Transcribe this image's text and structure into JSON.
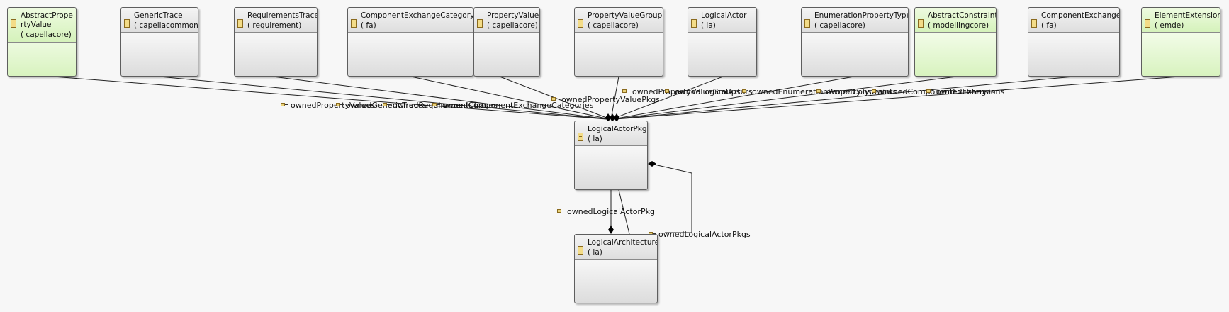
{
  "diagram": {
    "classes": [
      {
        "id": "abstract-property-value",
        "name": "AbstractPropertyValue",
        "package": "( capellacore)",
        "style": "green",
        "wrap": true
      },
      {
        "id": "generic-trace",
        "name": "GenericTrace",
        "package": "( capellacommon)",
        "style": "gray"
      },
      {
        "id": "requirements-trace",
        "name": "RequirementsTrace",
        "package": "( requirement)",
        "style": "gray"
      },
      {
        "id": "component-exchange-category",
        "name": "ComponentExchangeCategory",
        "package": "( fa)",
        "style": "gray"
      },
      {
        "id": "property-value-pkg",
        "name": "PropertyValuePkg",
        "package": "( capellacore)",
        "style": "gray"
      },
      {
        "id": "property-value-group",
        "name": "PropertyValueGroup",
        "package": "( capellacore)",
        "style": "gray"
      },
      {
        "id": "logical-actor",
        "name": "LogicalActor",
        "package": "( la)",
        "style": "gray"
      },
      {
        "id": "enumeration-property-type",
        "name": "EnumerationPropertyType",
        "package": "( capellacore)",
        "style": "gray"
      },
      {
        "id": "abstract-constraint",
        "name": "AbstractConstraint",
        "package": "( modellingcore)",
        "style": "green"
      },
      {
        "id": "component-exchange",
        "name": "ComponentExchange",
        "package": "( fa)",
        "style": "gray"
      },
      {
        "id": "element-extension",
        "name": "ElementExtension",
        "package": "( emde)",
        "style": "green"
      },
      {
        "id": "logical-actor-pkg",
        "name": "LogicalActorPkg",
        "package": "( la)",
        "style": "gray"
      },
      {
        "id": "logical-architecture",
        "name": "LogicalArchitecture",
        "package": "( la)",
        "style": "gray"
      }
    ],
    "relations": [
      {
        "text": "ownedPropertyValues"
      },
      {
        "text": "ownedGenericTraces"
      },
      {
        "text": "ownedRequirementsTraces"
      },
      {
        "text": "ownedComponentExchangeCategories"
      },
      {
        "text": "ownedPropertyValuePkgs"
      },
      {
        "text": "ownedPropertyValueGroups"
      },
      {
        "text": "ownedLogicalActors"
      },
      {
        "text": "ownedEnumerationPropertyTypes"
      },
      {
        "text": "ownedConstraints"
      },
      {
        "text": "ownedComponentExchanges"
      },
      {
        "text": "ownedExtensions"
      },
      {
        "text": "ownedLogicalActorPkg"
      },
      {
        "text": "ownedLogicalActorPkgs"
      }
    ]
  }
}
